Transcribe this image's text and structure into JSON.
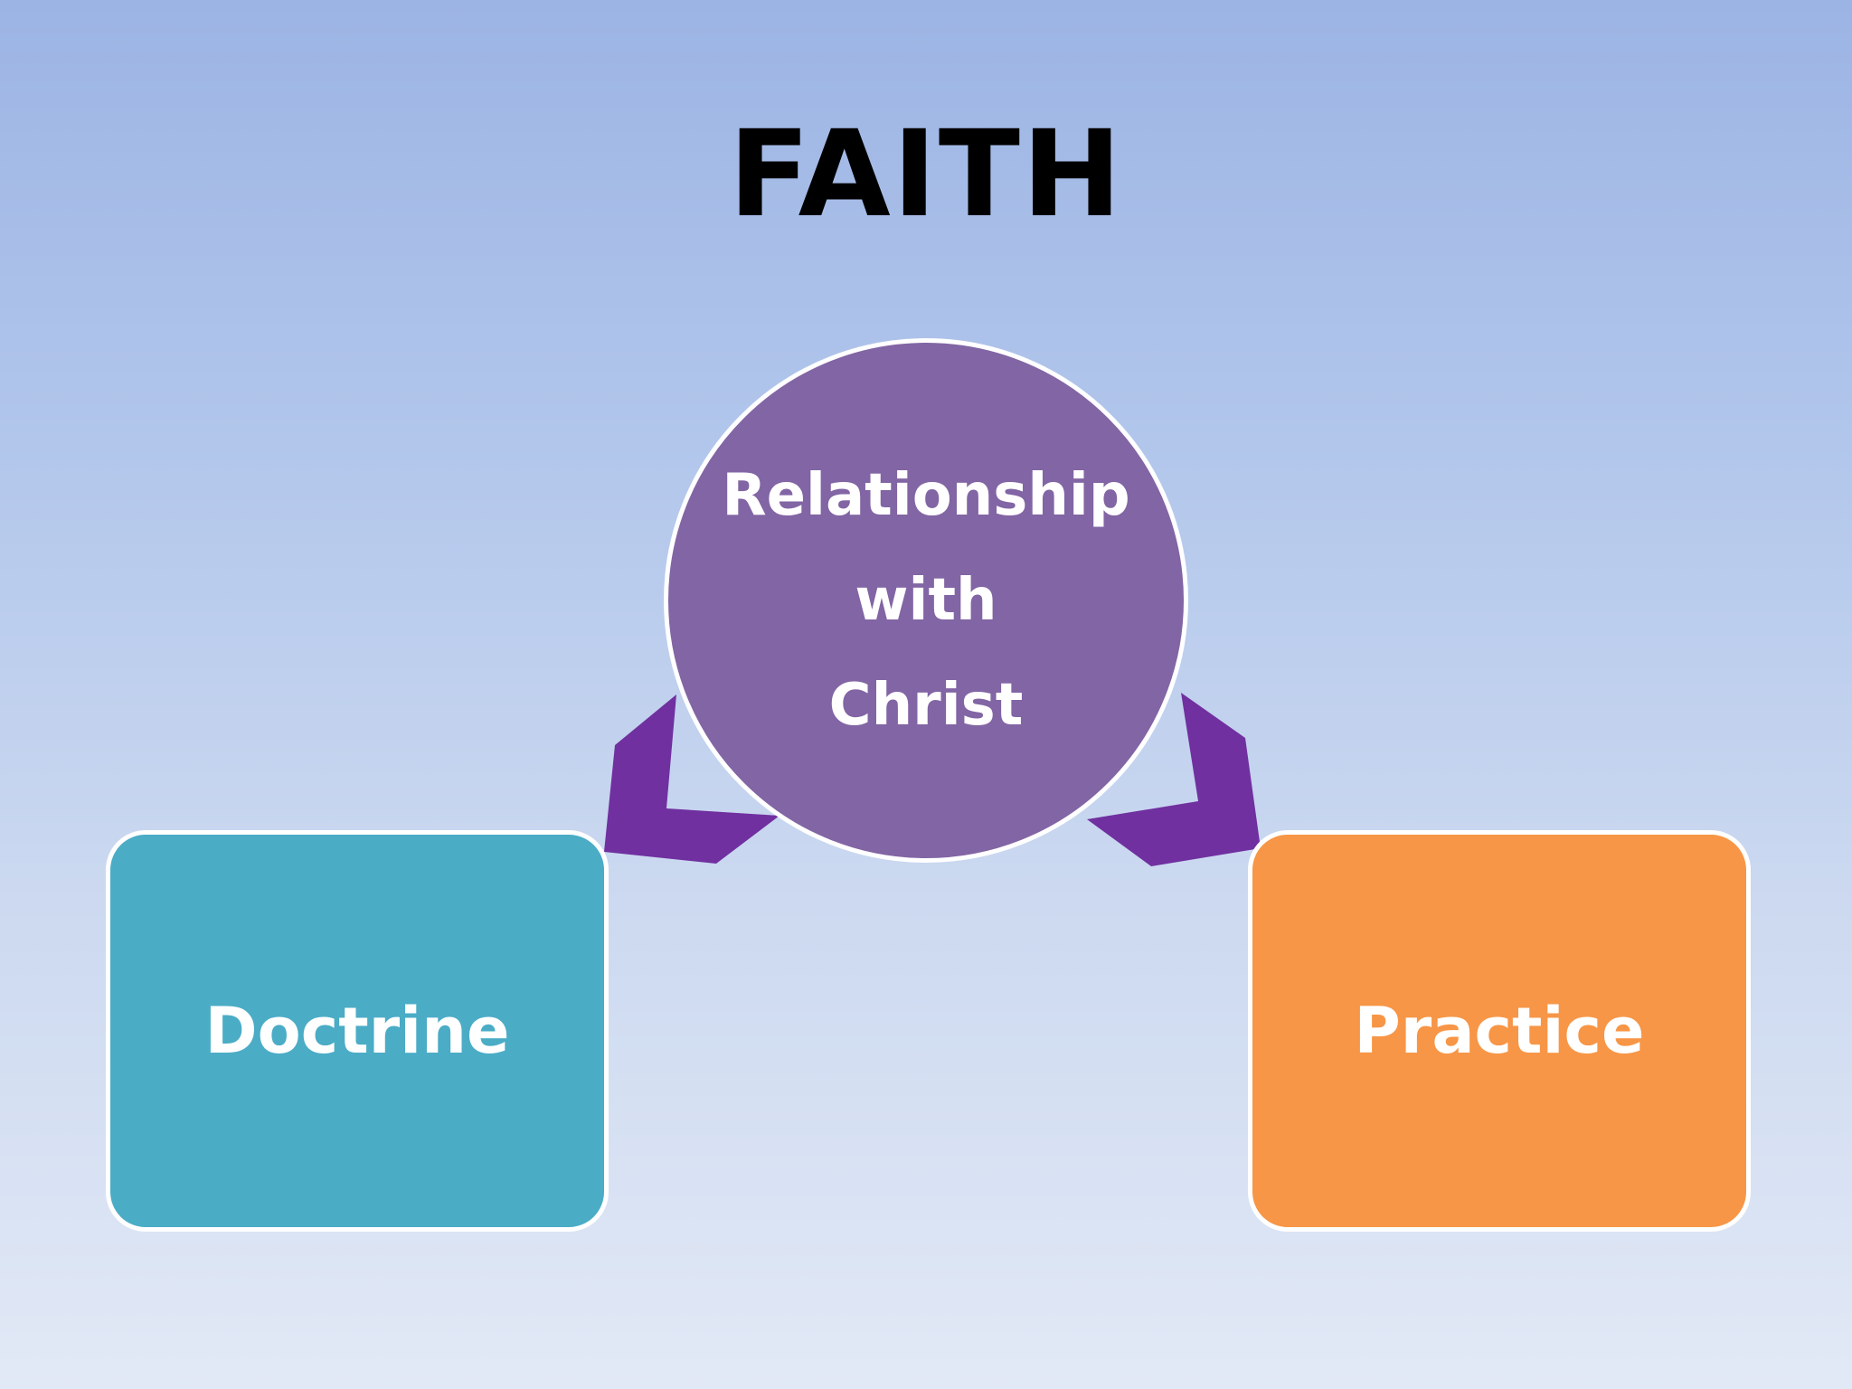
{
  "title": "FAITH",
  "center": {
    "lines": [
      "Relationship",
      "with",
      "Christ"
    ],
    "color": "#8265a4"
  },
  "left_box": {
    "label": "Doctrine",
    "color": "#4bacc6"
  },
  "right_box": {
    "label": "Practice",
    "color": "#f79646"
  },
  "connector_color": "#7030a0"
}
